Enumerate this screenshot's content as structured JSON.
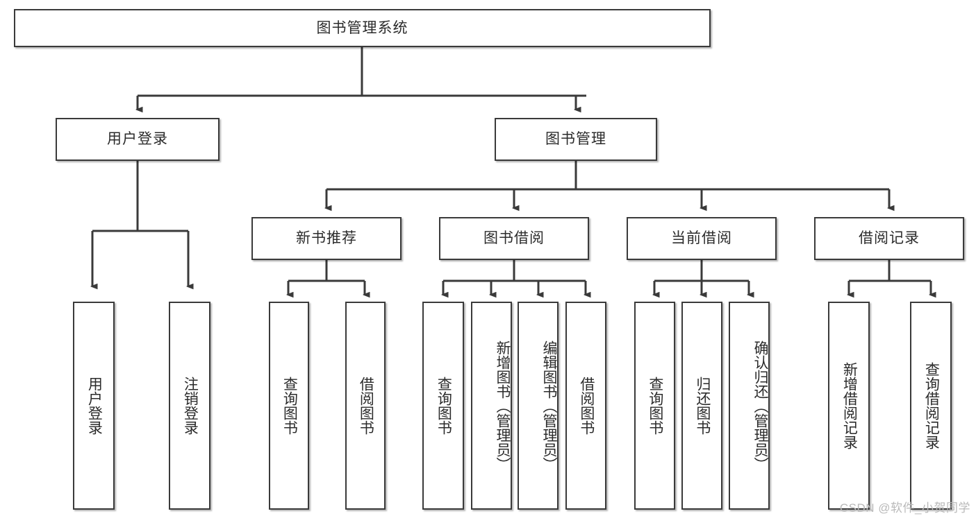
{
  "diagram": {
    "title": "图书管理系统",
    "root": {
      "label": "图书管理系统"
    },
    "level2": [
      {
        "label": "用户登录"
      },
      {
        "label": "图书管理"
      }
    ],
    "level3": [
      {
        "label": "新书推荐"
      },
      {
        "label": "图书借阅"
      },
      {
        "label": "当前借阅"
      },
      {
        "label": "借阅记录"
      }
    ],
    "leaves": {
      "user_login": [
        {
          "label": "用户登录"
        },
        {
          "label": "注销登录"
        }
      ],
      "new_book_recommend": [
        {
          "label": "查询图书"
        },
        {
          "label": "借阅图书"
        }
      ],
      "book_borrow": [
        {
          "label": "查询图书"
        },
        {
          "label": "新增图书（管理员）"
        },
        {
          "label": "编辑图书（管理员）"
        },
        {
          "label": "借阅图书"
        }
      ],
      "current_borrow": [
        {
          "label": "查询图书"
        },
        {
          "label": "归还图书"
        },
        {
          "label": "确认归还（管理员）"
        }
      ],
      "borrow_record": [
        {
          "label": "新增借阅记录"
        },
        {
          "label": "查询借阅记录"
        }
      ]
    }
  },
  "watermark": {
    "text": "CSDN @软件_小贺同学"
  },
  "colors": {
    "border": "#3a3a3a",
    "text": "#2b2b2b",
    "background": "#ffffff",
    "watermark": "#b9b9b9"
  }
}
